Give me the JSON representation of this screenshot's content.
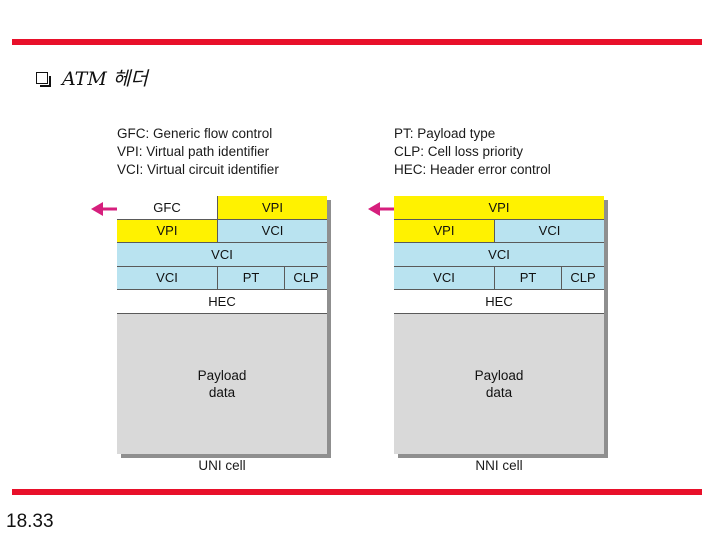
{
  "slide": {
    "heading": "ATM 헤더",
    "page_number": "18.33"
  },
  "legend_left": [
    "GFC: Generic flow control",
    "VPI: Virtual path identifier",
    "VCI: Virtual circuit identifier"
  ],
  "legend_right": [
    "PT: Payload type",
    "CLP: Cell loss priority",
    "HEC: Header error control"
  ],
  "uni": {
    "label": "UNI cell",
    "row1": [
      "GFC",
      "VPI"
    ],
    "row2": [
      "VPI",
      "VCI"
    ],
    "row3": "VCI",
    "row4": [
      "VCI",
      "PT",
      "CLP"
    ],
    "row5": "HEC",
    "payload": [
      "Payload",
      "data"
    ]
  },
  "nni": {
    "label": "NNI cell",
    "row1": "VPI",
    "row2": [
      "VPI",
      "VCI"
    ],
    "row3": "VCI",
    "row4": [
      "VCI",
      "PT",
      "CLP"
    ],
    "row5": "HEC",
    "payload": [
      "Payload",
      "data"
    ]
  },
  "colors": {
    "accent_rule": "#e8102a",
    "field_yellow": "#fff200",
    "field_blue": "#b9e3f0",
    "arrow": "#d61f7d",
    "payload_gray": "#d9d9d9"
  },
  "icons": {
    "bullet": "checkbox-bullet-icon",
    "arrow": "arrow-left-icon"
  }
}
